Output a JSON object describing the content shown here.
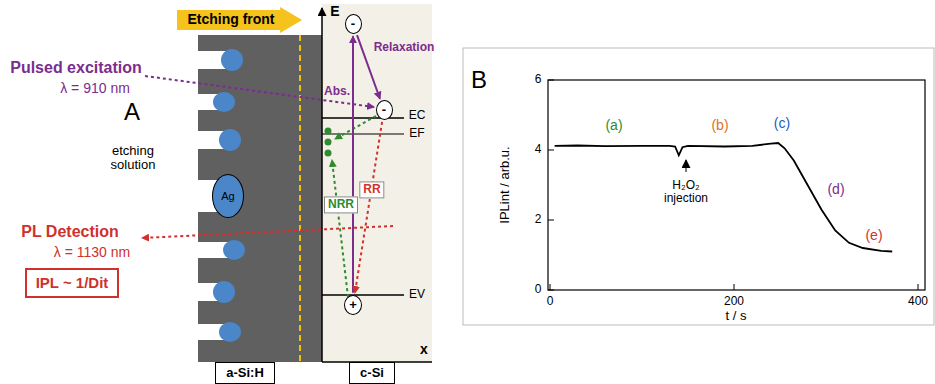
{
  "diagram": {
    "nodes": [
      {
        "text": [
          "Etching front"
        ]
      },
      {
        "text": [
          "-"
        ]
      },
      {
        "text": [
          "-"
        ]
      },
      {
        "text": [
          "Ag"
        ]
      },
      {
        "text": [
          "IPL ~ 1/Dit"
        ]
      },
      {
        "text": [
          "+"
        ]
      },
      {
        "text": [
          "a-Si:H"
        ]
      },
      {
        "text": [
          "c-Si"
        ]
      }
    ],
    "edges": [
      {
        "from": 5,
        "to": 1,
        "arrow": "to",
        "label": "Abs."
      },
      {
        "from": 1,
        "to": 2,
        "arrow": "to",
        "label": "Relaxation"
      },
      {
        "from": 2,
        "to": 5,
        "arrow": "to",
        "label": "RR"
      }
    ],
    "labels": [
      "Pulsed excitation",
      "λ = 910 nm",
      "A",
      "etching solution",
      "PL Detection",
      "λ = 1130 nm",
      "E",
      "EC",
      "EF",
      "NRR",
      "EV",
      "x",
      "B",
      "6",
      "4",
      "2",
      "0",
      "IPLint / arb.u.",
      "(a)",
      "(b)",
      "(c)",
      "(d)",
      "(e)",
      "H₂O₂ injection",
      "0",
      "200",
      "400",
      "t / s"
    ]
  }
}
